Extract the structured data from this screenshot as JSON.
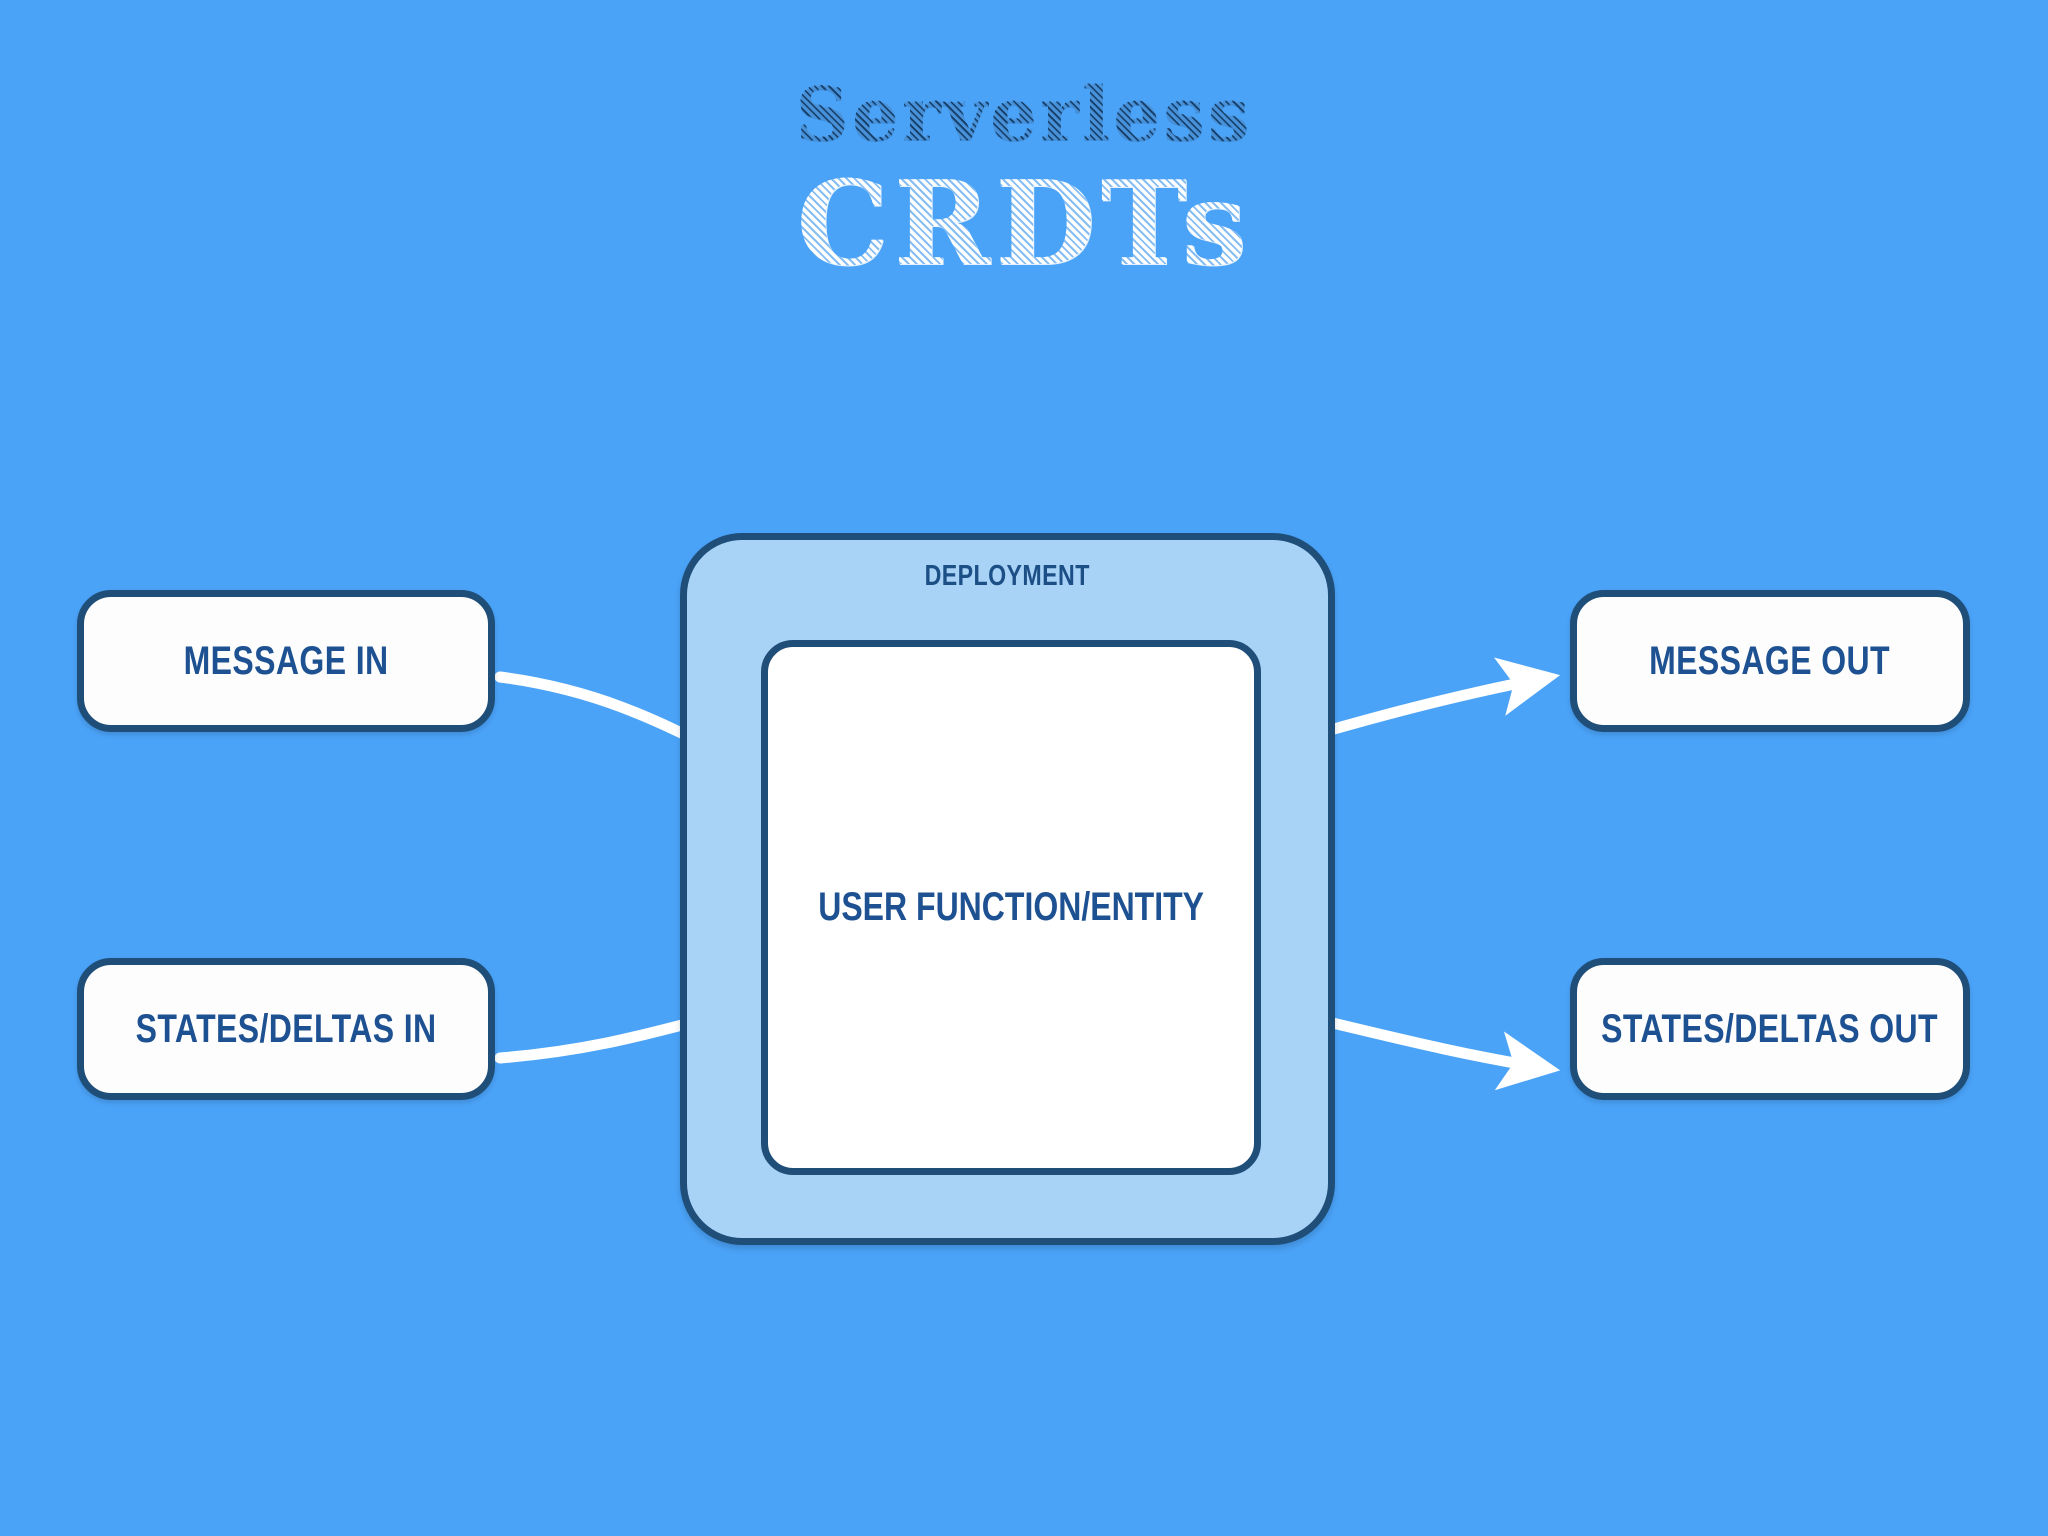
{
  "page": {
    "background_color": "#4ba3f7",
    "accent_navy": "#1f4e79",
    "label_blue": "#1d5192",
    "container_fill": "#a9d2f7"
  },
  "title": {
    "line1": "Serverless",
    "line2": "CRDTs",
    "line1_color": "#2d6196",
    "line2_color": "#ffffff"
  },
  "diagram": {
    "deployment": {
      "label": "DEPLOYMENT",
      "inner": {
        "label": "USER FUNCTION/ENTITY"
      }
    },
    "inputs": [
      {
        "id": "message-in",
        "label": "MESSAGE IN"
      },
      {
        "id": "states-deltas-in",
        "label": "STATES/DELTAS IN"
      }
    ],
    "outputs": [
      {
        "id": "message-out",
        "label": "MESSAGE OUT"
      },
      {
        "id": "states-deltas-out",
        "label": "STATES/DELTAS OUT"
      }
    ],
    "arrows": [
      {
        "id": "arrow-message-in",
        "from": "MESSAGE IN",
        "to": "USER FUNCTION/ENTITY",
        "direction": "right",
        "color": "#ffffff"
      },
      {
        "id": "arrow-states-in",
        "from": "STATES/DELTAS IN",
        "to": "USER FUNCTION/ENTITY",
        "direction": "right",
        "color": "#ffffff"
      },
      {
        "id": "arrow-message-out",
        "from": "USER FUNCTION/ENTITY",
        "to": "MESSAGE OUT",
        "direction": "right",
        "color": "#ffffff"
      },
      {
        "id": "arrow-states-out",
        "from": "USER FUNCTION/ENTITY",
        "to": "STATES/DELTAS OUT",
        "direction": "right",
        "color": "#ffffff"
      }
    ]
  }
}
